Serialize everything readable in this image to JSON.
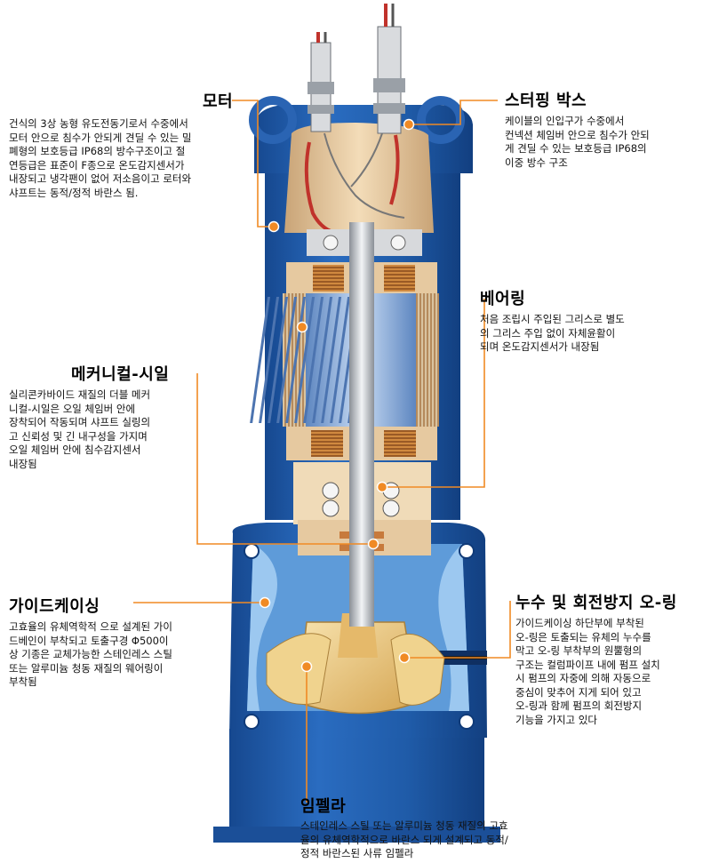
{
  "colors": {
    "leader": "#f08a24",
    "dot": "#f08a24",
    "casing_blue": "#1e5dab",
    "casing_light": "#6fa9de",
    "motor_tan": "#e6c9a0",
    "rotor_blue": "#7fa7d8",
    "coil_copper": "#c77a3c",
    "impeller_gold": "#e8c77a"
  },
  "callouts": [
    {
      "id": "motor",
      "title": "모터",
      "desc": [
        "건식의 3상 농형 유도전동기로서 수중에서",
        "모터 안으로 침수가 안되게 견딜 수 있는 밀",
        "폐형의  보호등급 IP68의 방수구조이고 절",
        "연등급은 표준이 F종으로 온도감지센서가",
        "내장되고 냉각팬이 없어 저소음이고 로터와",
        "샤프트는 동적/정적 바란스 됨."
      ]
    },
    {
      "id": "stuffing-box",
      "title": "스터핑 박스",
      "desc": [
        "케이블의 인입구가 수중에서",
        "컨넥션 체임버 안으로 침수가 안되",
        "게 견딜 수 있는 보호등급 IP68의",
        "이중 방수 구조"
      ]
    },
    {
      "id": "bearing",
      "title": "베어링",
      "desc": [
        "처음 조립시 주입된 그리스로 별도",
        "의 그리스 주입 없이 자체윤활이",
        "되며 온도감지센서가 내장됨"
      ]
    },
    {
      "id": "mechanical-seal",
      "title": "메커니컬-시일",
      "desc": [
        "실리콘카바이드 재질의 더블 메커",
        "니컬-시일은 오일 체임버 안에",
        "장착되어 작동되며 샤프트 실링의",
        "고 신뢰성 및 긴 내구성을 가지며",
        "오일 체임버 안에 침수감지센서",
        "내장됨"
      ]
    },
    {
      "id": "guide-casing",
      "title": "가이드케이싱",
      "desc": [
        "고효율의 유체역학적 으로 설계된 가이",
        "드베인이 부착되고 토출구경 Φ500이",
        "상 기종은 교체가능한 스테인레스 스틸",
        "또는 알루미늄 청동 재질의 웨어링이",
        "부착됨"
      ]
    },
    {
      "id": "oring",
      "title": "누수 및 회전방지 오-링",
      "desc": [
        "가이드케이싱 하단부에 부착된",
        "오-링은 토출되는 유체의 누수를",
        "막고 오-링 부착부의 원뿔형의",
        "구조는 컬럼파이프 내에 펌프 설치",
        "시 펌프의 자중에 의해 자동으로",
        "중심이 맞추어 지게 되어 있고",
        "오-링과 함께 펌프의 회전방지",
        "기능을 가지고 있다"
      ]
    },
    {
      "id": "impeller",
      "title": "임펠라",
      "desc": [
        "스테인레스 스틸 또는 알루미늄 청동 재질의 고효",
        "율의  유체역학적으로 바란스 되게 설계되고 동적/",
        "정적 바란스된 사류 임펠라"
      ]
    }
  ]
}
